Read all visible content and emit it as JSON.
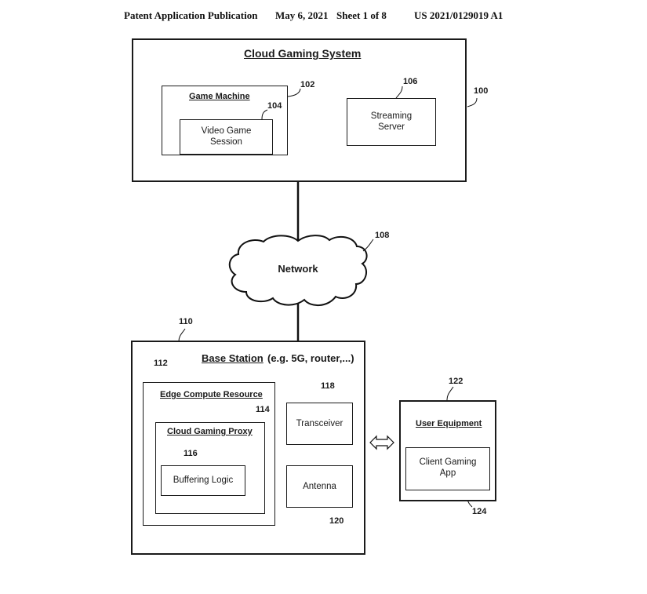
{
  "header": {
    "publication": "Patent Application Publication",
    "date": "May 6, 2021",
    "sheet": "Sheet 1 of 8",
    "number": "US 2021/0129019 A1"
  },
  "cloud_gaming_system": {
    "title": "Cloud Gaming System",
    "ref": "100",
    "game_machine": {
      "title": "Game Machine",
      "ref": "102",
      "video_game_session": {
        "label_line1": "Video Game",
        "label_line2": "Session",
        "ref": "104"
      }
    },
    "streaming_server": {
      "label_line1": "Streaming",
      "label_line2": "Server",
      "ref": "106"
    }
  },
  "network": {
    "label": "Network",
    "ref": "108"
  },
  "base_station": {
    "title": "Base Station",
    "subtitle": "(e.g. 5G, router,...)",
    "ref": "110",
    "edge_compute": {
      "title": "Edge Compute Resource",
      "ref": "112",
      "proxy": {
        "title": "Cloud Gaming Proxy",
        "ref": "114",
        "buffering_logic": {
          "label": "Buffering Logic",
          "ref": "116"
        }
      }
    },
    "transceiver": {
      "label": "Transceiver",
      "ref": "118"
    },
    "antenna": {
      "label": "Antenna",
      "ref": "120"
    }
  },
  "user_equipment": {
    "title": "User Equipment",
    "ref": "122",
    "client_app": {
      "label_line1": "Client Gaming",
      "label_line2": "App",
      "ref": "124"
    }
  },
  "connector_icon": "double-arrow-icon"
}
